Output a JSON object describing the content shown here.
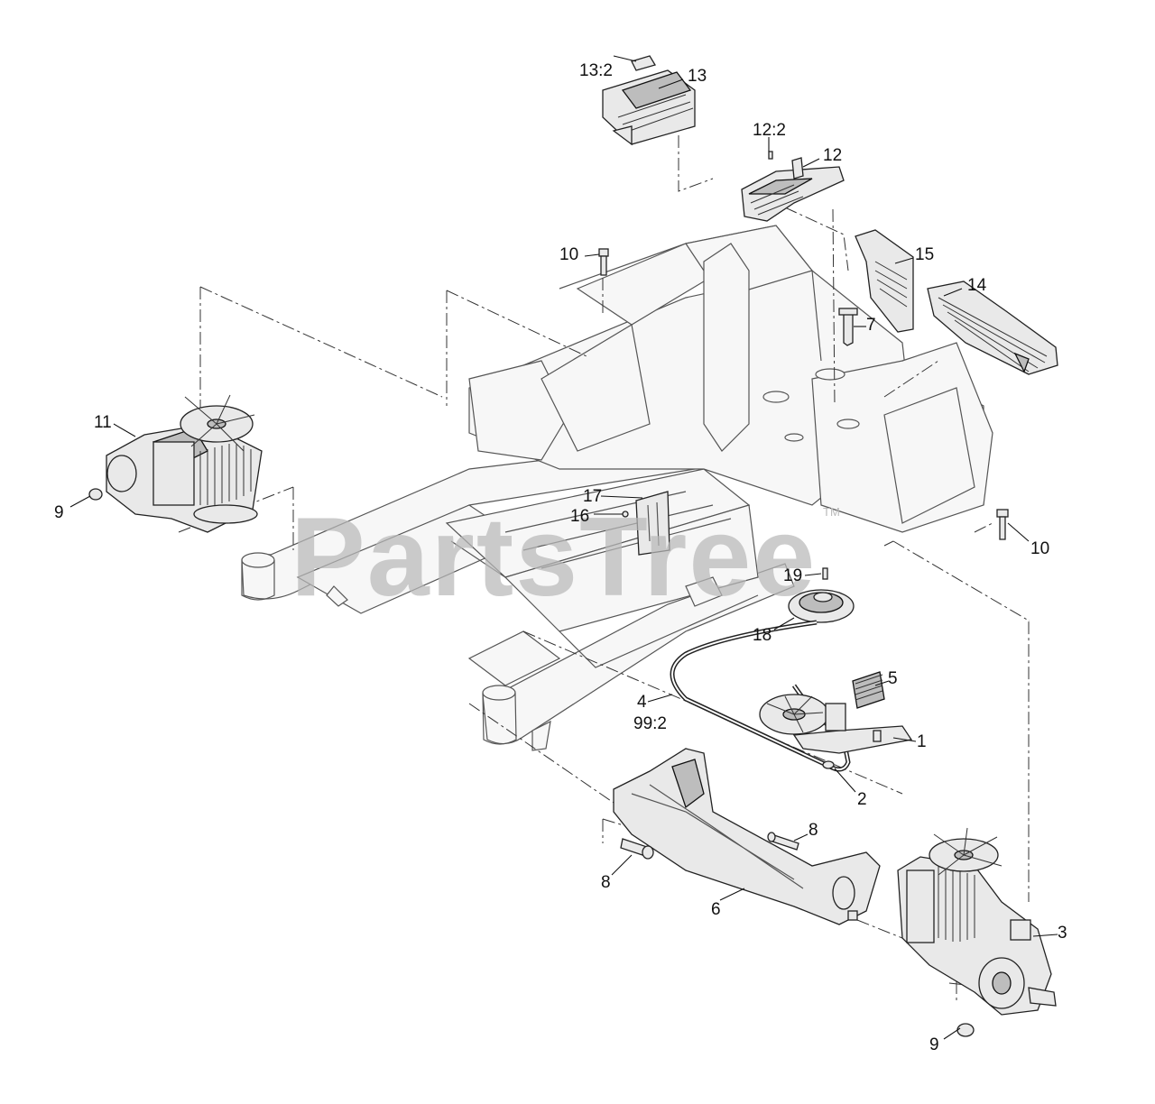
{
  "watermark": {
    "text": "PartsTree",
    "tm": "TM"
  },
  "labels": {
    "l13_2": "13:2",
    "l13": "13",
    "l12_2": "12:2",
    "l12": "12",
    "l10a": "10",
    "l15": "15",
    "l14": "14",
    "l7": "7",
    "l11": "11",
    "l9a": "9",
    "l17": "17",
    "l16": "16",
    "l10b": "10",
    "l19": "19",
    "l18": "18",
    "l5": "5",
    "l4": "4",
    "l99_2": "99:2",
    "l1": "1",
    "l2": "2",
    "l8a": "8",
    "l8b": "8",
    "l6": "6",
    "l3": "3",
    "l9b": "9"
  }
}
